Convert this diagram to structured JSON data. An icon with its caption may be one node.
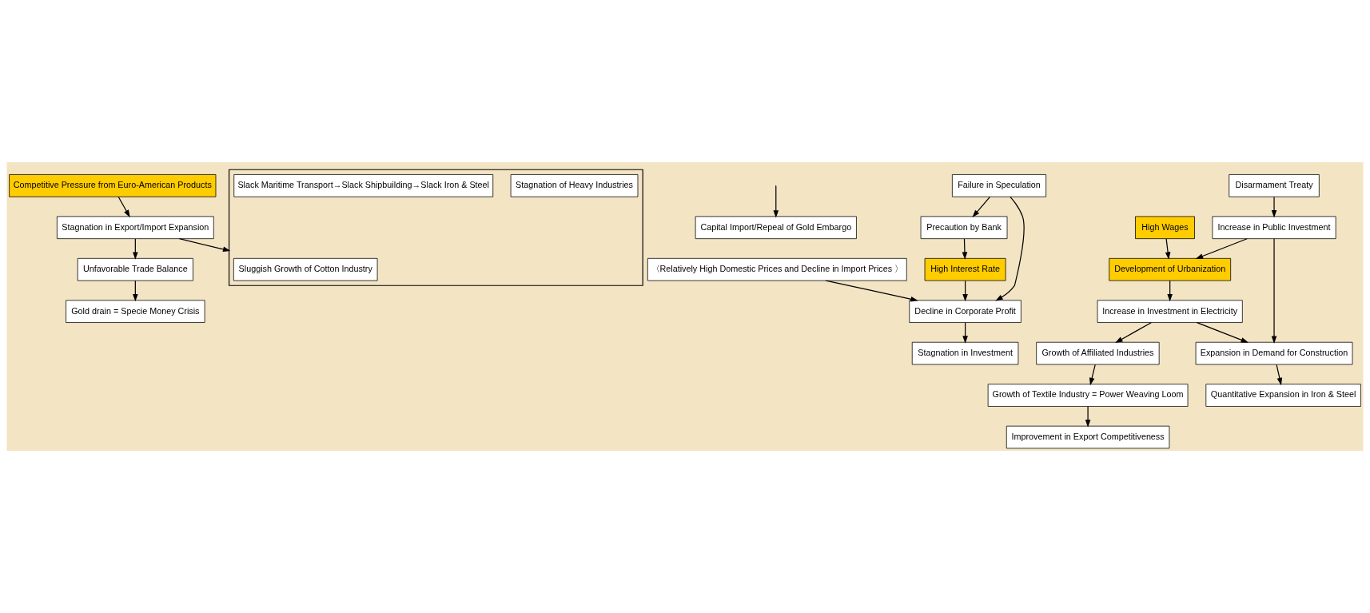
{
  "diagram": {
    "nodes": [
      {
        "text": [
          "Competitive Pressure from Euro-American Products"
        ]
      },
      {
        "text": [
          "Stagnation in Export/Import Expansion"
        ]
      },
      {
        "text": [
          "Unfavorable Trade Balance"
        ]
      },
      {
        "text": [
          "Gold drain = Specie Money Crisis"
        ]
      },
      {
        "text": [
          "Capital Import/Repeal of Gold Embargo"
        ]
      },
      {
        "text": [],
        "shape": "box"
      },
      {
        "text": [
          "Sluggish Growth of Cotton Industry"
        ],
        "in": 5
      },
      {
        "text": [
          "〈Relatively High Domestic Prices and Decline in Import Prices 〉"
        ]
      },
      {
        "text": [
          "Stagnation of Heavy Industries"
        ],
        "in": 5
      },
      {
        "text": [
          "Slack Maritime Transport→Slack Shipbuilding→Slack Iron & Steel"
        ],
        "in": 5
      },
      {
        "text": [
          "Failure in Speculation"
        ]
      },
      {
        "text": [
          "Precaution by Bank"
        ]
      },
      {
        "text": [
          "Decline in Corporate Profit"
        ]
      },
      {
        "text": [
          "High Interest Rate"
        ]
      },
      {
        "text": [
          "High Wages"
        ]
      },
      {
        "text": [
          "Stagnation in Investment"
        ]
      },
      {
        "text": [
          "Disarmament Treaty"
        ]
      },
      {
        "text": [
          "Increase in Public Investment"
        ]
      },
      {
        "text": [
          "Development of Urbanization"
        ]
      },
      {
        "text": [
          "Quantitative Expansion in Iron & Steel"
        ]
      },
      {
        "text": [
          "Expansion in Demand for Construction"
        ]
      },
      {
        "text": [
          "Increase in Investment in Electricity"
        ]
      },
      {
        "text": [
          "Improvement in Export Competitiveness"
        ]
      },
      {
        "text": [
          "Growth of Textile Industry = Power Weaving Loom"
        ]
      },
      {
        "text": [
          "Growth of Affiliated Industries"
        ]
      }
    ],
    "edges": [
      {
        "from": 0,
        "to": 1,
        "arrow": "to"
      },
      {
        "from": 1,
        "to": 2,
        "arrow": "to"
      },
      {
        "from": 2,
        "to": 3,
        "arrow": "to"
      },
      {
        "from": 1,
        "to": 5,
        "arrow": "to"
      },
      {
        "from": null,
        "to": 4,
        "arrow": "to"
      },
      {
        "from": 7,
        "to": 12,
        "arrow": "to"
      },
      {
        "from": 10,
        "to": 11,
        "arrow": "to"
      },
      {
        "from": 10,
        "to": 12,
        "arrow": "to"
      },
      {
        "from": 11,
        "to": 13,
        "arrow": "to"
      },
      {
        "from": 13,
        "to": 12,
        "arrow": "to"
      },
      {
        "from": 12,
        "to": 15,
        "arrow": "to"
      },
      {
        "from": 14,
        "to": 18,
        "arrow": "to"
      },
      {
        "from": 16,
        "to": 17,
        "arrow": "to"
      },
      {
        "from": 17,
        "to": 18,
        "arrow": "to"
      },
      {
        "from": 17,
        "to": 20,
        "arrow": "to"
      },
      {
        "from": 18,
        "to": 21,
        "arrow": "to"
      },
      {
        "from": 21,
        "to": 20,
        "arrow": "to"
      },
      {
        "from": 20,
        "to": 19,
        "arrow": "to"
      },
      {
        "from": 21,
        "to": 24,
        "arrow": "to"
      },
      {
        "from": 24,
        "to": 23,
        "arrow": "to"
      },
      {
        "from": 23,
        "to": 22,
        "arrow": "to"
      }
    ]
  }
}
